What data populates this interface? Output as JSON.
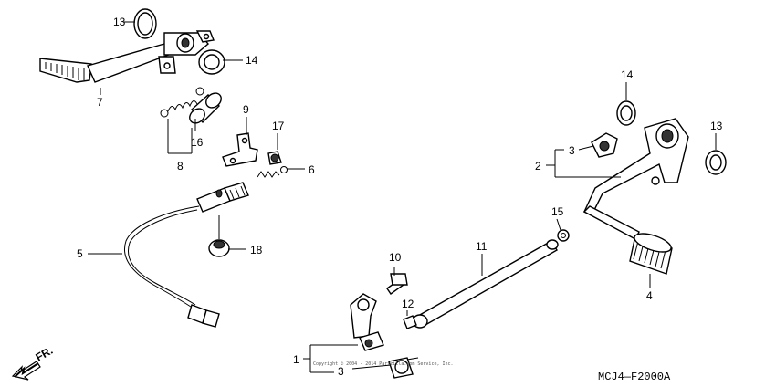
{
  "callouts": [
    "1",
    "2",
    "3",
    "4",
    "5",
    "6",
    "7",
    "8",
    "9",
    "10",
    "11",
    "12",
    "13",
    "14",
    "15",
    "16",
    "17",
    "18"
  ],
  "direction_label": "FR.",
  "diagram_code": "MCJ4—F2000A",
  "watermark": "Copyright © 2004 - 2014 Partzilla.com Service, Inc.",
  "icons": [
    "front-direction-arrow-icon"
  ]
}
